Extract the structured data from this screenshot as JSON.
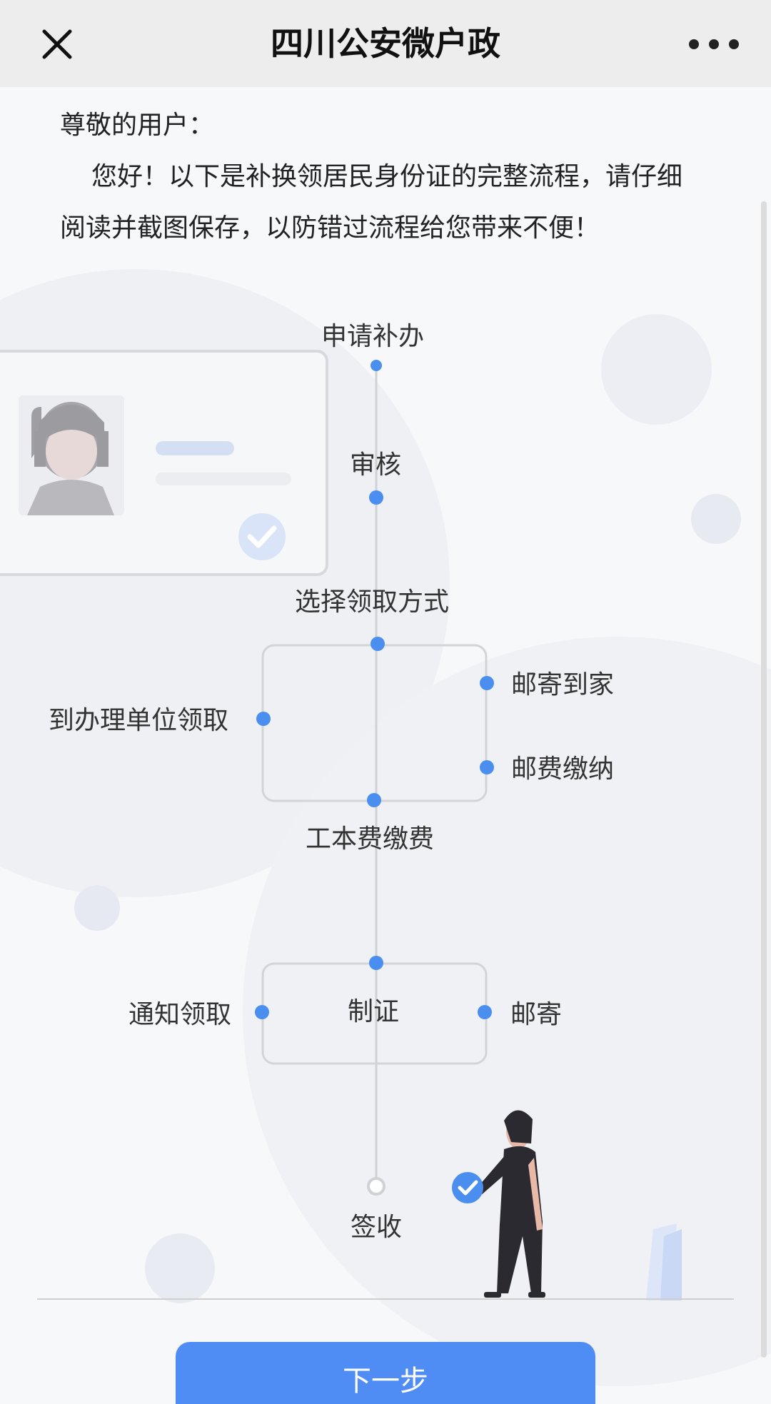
{
  "header": {
    "title": "四川公安微户政",
    "close_icon": "close-icon",
    "more_icon": "more-horizontal-icon"
  },
  "intro": {
    "greeting": "尊敬的用户：",
    "message": "您好！以下是补换领居民身份证的完整流程，请仔细阅读并截图保存，以防错过流程给您带来不便！"
  },
  "flow": {
    "step_apply": "申请补办",
    "step_review": "审核",
    "step_choose": "选择领取方式",
    "option_mail_home": "邮寄到家",
    "option_pickup_office": "到办理单位领取",
    "option_postage_payment": "邮费缴纳",
    "step_fee": "工本费缴费",
    "step_make": "制证",
    "branch_notify": "通知领取",
    "branch_mail": "邮寄",
    "step_sign": "签收"
  },
  "footer": {
    "next_label": "下一步"
  },
  "colors": {
    "accent": "#4f8df4",
    "dot": "#4a8ef0"
  }
}
